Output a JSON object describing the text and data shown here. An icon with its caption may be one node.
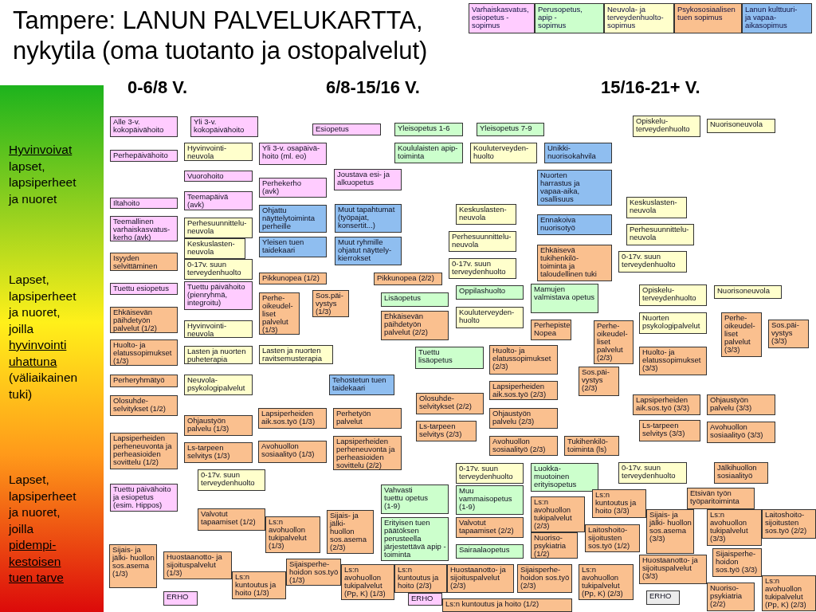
{
  "diagram": {
    "title": "Tampere: LANUN PALVELUKARTTA, nykytila (oma tuotanto ja ostopalvelut)",
    "nodes": [
      {
        "text": [
          "Hyvinvoivat lapset, lapsiperheet ja nuoret",
          "Lapset, lapsiperheet ja nuoret, joilla hyvinvointi uhattuna (väliaikainen tuki)",
          "Lapset, lapsiperheet ja nuoret, joilla pidempi- kestoisen tuen tarve"
        ]
      },
      {
        "text": [
          "Alle 3-v. kokopäivähoito"
        ]
      },
      {
        "text": [
          "Perhepäivähoito"
        ]
      },
      {
        "text": [
          "Iltahoito"
        ]
      },
      {
        "text": [
          "Teemallinen varhaiskasvatus- kerho (avk)"
        ]
      },
      {
        "text": [
          "Isyyden selvittäminen"
        ]
      },
      {
        "text": [
          "Tuettu esiopetus"
        ]
      },
      {
        "text": [
          "Ehkäisevän päihdetyön palvelut (1/2)"
        ]
      },
      {
        "text": [
          "Huolto- ja elatussopimukset (1/3)"
        ]
      },
      {
        "text": [
          "Perheryhmätyö"
        ]
      },
      {
        "text": [
          "Olosuhde- selvitykset (1/2)"
        ]
      },
      {
        "text": [
          "Lapsiperheiden perheneuvonta ja perheasioiden sovittelu (1/2)"
        ]
      },
      {
        "text": [
          "Tuettu päivähoito ja esiopetus (esim. Hippos)"
        ]
      },
      {
        "text": [
          "Sijais- ja jälki- huollon sos.asema (1/3)"
        ]
      },
      {
        "text": [
          "ERHO"
        ]
      },
      {
        "text": [
          "Yli 3-v. kokopäivähoito"
        ]
      },
      {
        "text": [
          "Hyvinvointi- neuvola"
        ]
      },
      {
        "text": [
          "Vuorohoito"
        ]
      },
      {
        "text": [
          "Teemapäivä (avk)"
        ]
      },
      {
        "text": [
          "Perhesuunnittelu- neuvola"
        ]
      },
      {
        "text": [
          "Keskuslasten- neuvola"
        ]
      },
      {
        "text": [
          "0-17v. suun terveydenhuolto"
        ]
      },
      {
        "text": [
          "Tuettu päivähoito (pienryhmä, integroitu)"
        ]
      },
      {
        "text": [
          "Hyvinvointi- neuvola"
        ]
      },
      {
        "text": [
          "Lasten ja nuorten puheterapia"
        ]
      },
      {
        "text": [
          "Neuvola- psykologipalvelut"
        ]
      },
      {
        "text": [
          "Ohjaustyön palvelu (1/3)"
        ]
      },
      {
        "text": [
          "Ls-tarpeen selvitys (1/3)"
        ]
      },
      {
        "text": [
          "0-17v. suun terveydenhuolto"
        ]
      },
      {
        "text": [
          "Valvotut tapaamiset (1/2)"
        ]
      },
      {
        "text": [
          "Ls:n avohuollon tukipalvelut (1/3)"
        ]
      },
      {
        "text": [
          "Huostaanotto- ja sijoituspalvelut (1/3)"
        ]
      },
      {
        "text": [
          "Ls:n kuntoutus ja hoito (1/3)"
        ]
      },
      {
        "text": [
          "Sijaisperhe- hoidon sos.työ (1/3)"
        ]
      },
      {
        "text": [
          "Yli 3-v. osapäivä- hoito (ml. eo)"
        ]
      },
      {
        "text": [
          "Perhekerho (avk)"
        ]
      },
      {
        "text": [
          "Ohjattu näyttelytoiminta perheille"
        ]
      },
      {
        "text": [
          "Yleisen tuen taidekaari"
        ]
      },
      {
        "text": [
          "Pikkunopea (1/2)"
        ]
      },
      {
        "text": [
          "Perhe- oikeudel- liset palvelut (1/3)"
        ]
      },
      {
        "text": [
          "Sos.päi- vystys (1/3)"
        ]
      },
      {
        "text": [
          "Lasten ja nuorten ravitsemusterapia"
        ]
      },
      {
        "text": [
          "Tehostetun tuen taidekaari"
        ]
      },
      {
        "text": [
          "Lapsiperheiden aik.sos.työ (1/3)"
        ]
      },
      {
        "text": [
          "Avohuollon sosiaalityö (1/3)"
        ]
      },
      {
        "text": [
          "Perhetyön palvelut"
        ]
      },
      {
        "text": [
          "Lapsiperheiden perheneuvonta ja perheasioiden sovittelu (2/2)"
        ]
      },
      {
        "text": [
          "Sijais- ja jälki- huollon sos.asema (2/3)"
        ]
      },
      {
        "text": [
          "Ls:n avohuollon tukipalvelut (Pp, K) (1/3)"
        ]
      },
      {
        "text": [
          "Ls:n kuntoutus ja hoito (2/3)"
        ]
      },
      {
        "text": [
          "ERHO"
        ]
      },
      {
        "text": [
          "Huostaanotto- ja sijoituspalvelut (2/3)"
        ]
      },
      {
        "text": [
          "Ls:n kuntoutus ja hoito (1/2)"
        ]
      },
      {
        "text": [
          "Esiopetus"
        ]
      },
      {
        "text": [
          "Yleisopetus 1-6"
        ]
      },
      {
        "text": [
          "Yleisopetus 7-9"
        ]
      },
      {
        "text": [
          "Koululaisten apip-toiminta"
        ]
      },
      {
        "text": [
          "Kouluterveyden- huolto"
        ]
      },
      {
        "text": [
          "Unikki- nuorisokahvila"
        ]
      },
      {
        "text": [
          "Joustava esi- ja alkuopetus"
        ]
      },
      {
        "text": [
          "Nuorten harrastus ja vapaa-aika, osallisuus"
        ]
      },
      {
        "text": [
          "Muut tapahtumat (työpajat, konsertit...)"
        ]
      },
      {
        "text": [
          "Muut ryhmille ohjatut näyttely- kierrokset"
        ]
      },
      {
        "text": [
          "Keskuslasten- neuvola"
        ]
      },
      {
        "text": [
          "Ennakoiva nuorisotyö"
        ]
      },
      {
        "text": [
          "Perhesuunnittelu- neuvola"
        ]
      },
      {
        "text": [
          "Ehkäisevä tukihenkilö- toiminta ja taloudellinen tuki"
        ]
      },
      {
        "text": [
          "0-17v. suun terveydenhuolto"
        ]
      },
      {
        "text": [
          "Pikkunopea (2/2)"
        ]
      },
      {
        "text": [
          "Lisäopetus"
        ]
      },
      {
        "text": [
          "Oppilashuolto"
        ]
      },
      {
        "text": [
          "Mamujen valmistava opetus"
        ]
      },
      {
        "text": [
          "Ehkäisevän päihdetyön palvelut (2/2)"
        ]
      },
      {
        "text": [
          "Kouluterveyden- huolto"
        ]
      },
      {
        "text": [
          "Perhepiste Nopea"
        ]
      },
      {
        "text": [
          "Perhe- oikeudel- liset palvelut (2/3)"
        ]
      },
      {
        "text": [
          "Tuettu lisäopetus"
        ]
      },
      {
        "text": [
          "Huolto- ja elatussopimukset (2/3)"
        ]
      },
      {
        "text": [
          "Sos.päi- vystys (2/3)"
        ]
      },
      {
        "text": [
          "Olosuhde- selvitykset (2/2)"
        ]
      },
      {
        "text": [
          "Lapsiperheiden aik.sos.työ (2/3)"
        ]
      },
      {
        "text": [
          "Ohjaustyön palvelu (2/3)"
        ]
      },
      {
        "text": [
          "Ls-tarpeen selvitys (2/3)"
        ]
      },
      {
        "text": [
          "Avohuollon sosiaalityö (2/3)"
        ]
      },
      {
        "text": [
          "Tukihenkilö- toiminta (ls)"
        ]
      },
      {
        "text": [
          "0-17v. suun terveydenhuolto"
        ]
      },
      {
        "text": [
          "Luokka- muotoinen erityisopetus"
        ]
      },
      {
        "text": [
          "Vahvasti tuettu opetus (1-9)"
        ]
      },
      {
        "text": [
          "Muu vammaisopetus (1-9)"
        ]
      },
      {
        "text": [
          "Erityisen tuen päätöksen perusteella järjestettävä apip -toiminta"
        ]
      },
      {
        "text": [
          "Valvotut tapaamiset (2/2)"
        ]
      },
      {
        "text": [
          "Ls:n avohuollon tukipalvelut (2/3)"
        ]
      },
      {
        "text": [
          "Nuoriso- psykiatria (1/2)"
        ]
      },
      {
        "text": [
          "Sairaalaopetus"
        ]
      },
      {
        "text": [
          "Sijaisperhe- hoidon sos.työ (2/3)"
        ]
      },
      {
        "text": [
          "Ls:n avohuollon tukipalvelut (Pp, K) (2/3)"
        ]
      },
      {
        "text": [
          "Ls:n kuntoutus ja hoito (3/3)"
        ]
      },
      {
        "text": [
          "Laitoshoito- sijoitusten sos.työ (1/2)"
        ]
      },
      {
        "text": [
          "Opiskelu- terveydenhuolto"
        ]
      },
      {
        "text": [
          "Nuorisoneuvola"
        ]
      },
      {
        "text": [
          "Keskuslasten- neuvola"
        ]
      },
      {
        "text": [
          "Perhesuunnittelu- neuvola"
        ]
      },
      {
        "text": [
          "0-17v. suun terveydenhuolto"
        ]
      },
      {
        "text": [
          "Opiskelu- terveydenhuolto"
        ]
      },
      {
        "text": [
          "Nuorisoneuvola"
        ]
      },
      {
        "text": [
          "Nuorten psykologipalvelut"
        ]
      },
      {
        "text": [
          "Perhe- oikeudel- liset palvelut (3/3)"
        ]
      },
      {
        "text": [
          "Sos.päi- vystys (3/3)"
        ]
      },
      {
        "text": [
          "Huolto- ja elatussopimukset (3/3)"
        ]
      },
      {
        "text": [
          "Lapsiperheiden aik.sos.työ (3/3)"
        ]
      },
      {
        "text": [
          "Ohjaustyön palvelu (3/3)"
        ]
      },
      {
        "text": [
          "Ls-tarpeen selvitys (3/3)"
        ]
      },
      {
        "text": [
          "Avohuollon sosiaalityö (3/3)"
        ]
      },
      {
        "text": [
          "0-17v. suun terveydenhuolto"
        ]
      },
      {
        "text": [
          "Jälkihuollon sosiaalityö"
        ]
      },
      {
        "text": [
          "Etsivän työn työparitoiminta"
        ]
      },
      {
        "text": [
          "Sijais- ja jälki- huollon sos.asema (3/3)"
        ]
      },
      {
        "text": [
          "Ls:n avohuollon tukipalvelut (3/3)"
        ]
      },
      {
        "text": [
          "Laitoshoito- sijoitusten sos.työ (2/2)"
        ]
      },
      {
        "text": [
          "Huostaanotto- ja sijoituspalvelut (3/3)"
        ]
      },
      {
        "text": [
          "Sijaisperhe- hoidon sos.työ (3/3)"
        ]
      },
      {
        "text": [
          "ERHO"
        ]
      },
      {
        "text": [
          "Nuoriso- psykiatria (2/2)"
        ]
      },
      {
        "text": [
          "Ls:n avohuollon tukipalvelut (Pp, K) (2/3)"
        ]
      }
    ],
    "labels": [
      "0-6/8 V.",
      "6/8-15/16 V.",
      "15/16-21+ V."
    ],
    "legend": [
      {
        "text": "Varhaiskasvatus, esiopetus - sopimus",
        "color": "#ffccff"
      },
      {
        "text": "Perusopetus, apip - sopimus",
        "color": "#ccffcc"
      },
      {
        "text": "Neuvola- ja terveydenhuolto- sopimus",
        "color": "#ffffcc"
      },
      {
        "text": "Psykososiaalisen tuen sopimus",
        "color": "#fac08f"
      },
      {
        "text": "Lanun kulttuuri- ja vapaa- aikasopimus",
        "color": "#8fbef0"
      }
    ]
  }
}
